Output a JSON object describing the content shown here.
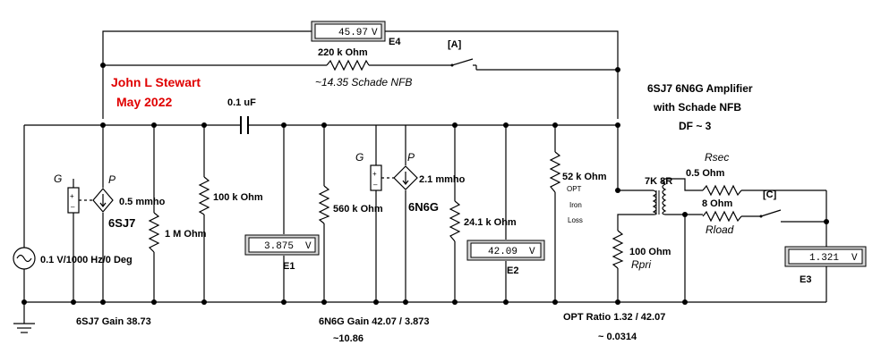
{
  "author": {
    "name": "John L Stewart",
    "date": "May 2022"
  },
  "title_lines": [
    "6SJ7 6N6G Amplifier",
    "with Schade NFB",
    "DF ~ 3"
  ],
  "meters": {
    "e4": {
      "label": "E4",
      "value": "45.97",
      "unit": "V"
    },
    "e1": {
      "label": "E1",
      "value": "3.875",
      "unit": "V"
    },
    "e2": {
      "label": "E2",
      "value": "42.09",
      "unit": "V"
    },
    "e3": {
      "label": "E3",
      "value": "1.321",
      "unit": "V"
    }
  },
  "switches": {
    "a": "[A]",
    "c": "[C]"
  },
  "components": {
    "r_feedback": "220 k Ohm",
    "feedback_note": "~14.35 Schade NFB",
    "c_coupling": "0.1 uF",
    "source": "0.1 V/1000 Hz/0 Deg",
    "g1": "G",
    "p1": "P",
    "gm1": "0.5 mmho",
    "tube1": "6SJ7",
    "r_1m": "1 M Ohm",
    "r_100k": "100 k Ohm",
    "r_560k": "560 k Ohm",
    "g2": "G",
    "p2": "P",
    "gm2": "2.1 mmho",
    "tube2": "6N6G",
    "r_24k": "24.1 k Ohm",
    "r_52k": "52 k Ohm",
    "opt_label": [
      "OPT",
      "Iron",
      "Loss"
    ],
    "transformer": "7K 8R",
    "rsec_name": "Rsec",
    "rsec_value": "0.5  Ohm",
    "rload_value": "8  Ohm",
    "rload_name": "Rload",
    "rpri_value": "100  Ohm",
    "rpri_name": "Rpri"
  },
  "notes": {
    "gain1": "6SJ7 Gain 38.73",
    "gain2_line1": "6N6G Gain 42.07 / 3.873",
    "gain2_line2": "~10.86",
    "opt_line1": "OPT Ratio 1.32 / 42.07",
    "opt_line2": "~ 0.0314"
  }
}
